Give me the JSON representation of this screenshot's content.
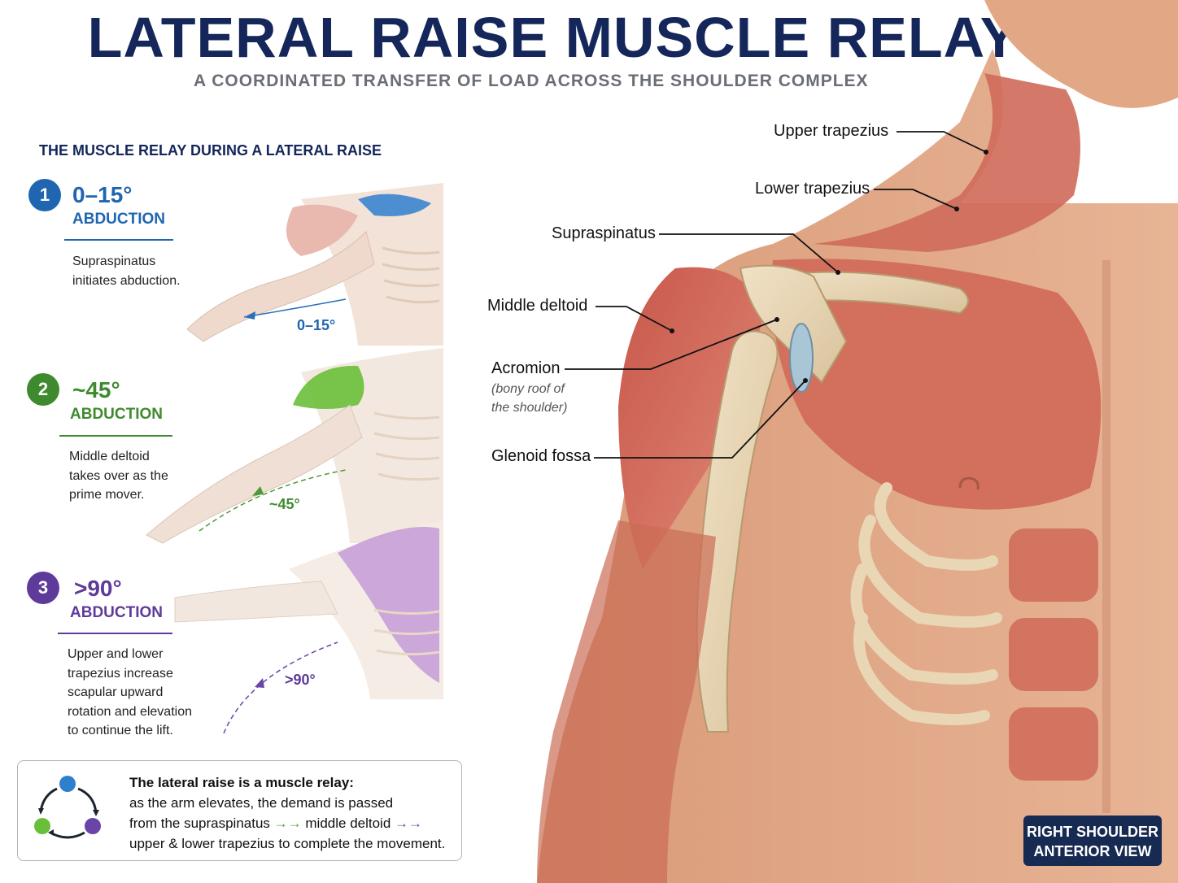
{
  "header": {
    "title": "LATERAL RAISE MUSCLE RELAY",
    "subtitle": "A COORDINATED TRANSFER OF LOAD ACROSS THE SHOULDER COMPLEX"
  },
  "relay": {
    "heading": "THE MUSCLE RELAY DURING A LATERAL RAISE",
    "steps": [
      {
        "number": "1",
        "angle": "0–15°",
        "label": "ABDUCTION",
        "color": "#1f65b0",
        "description_lines": [
          "Supraspinatus",
          "initiates abduction."
        ],
        "arc_label": "0–15°",
        "highlight_icon": "supraspinatus-highlight"
      },
      {
        "number": "2",
        "angle": "~45°",
        "label": "ABDUCTION",
        "color": "#3f8a2f",
        "description_lines": [
          "Middle deltoid",
          "takes over as the",
          "prime mover."
        ],
        "arc_label": "~45°",
        "highlight_icon": "deltoid-highlight"
      },
      {
        "number": "3",
        "angle": ">90°",
        "label": "ABDUCTION",
        "color": "#5e3b9a",
        "description_lines": [
          "Upper and lower",
          "trapezius increase",
          "scapular upward",
          "rotation and elevation",
          "to continue the lift."
        ],
        "arc_label": ">90°",
        "highlight_icon": "trapezius-highlight"
      }
    ]
  },
  "anatomy": {
    "labels": {
      "upper_trapezius": "Upper trapezius",
      "lower_trapezius": "Lower trapezius",
      "supraspinatus": "Supraspinatus",
      "middle_deltoid": "Middle deltoid",
      "acromion": "Acromion",
      "acromion_note": [
        "(bony roof of",
        "the shoulder)"
      ],
      "glenoid_fossa": "Glenoid fossa"
    },
    "view_badge": [
      "RIGHT SHOULDER",
      "ANTERIOR VIEW"
    ]
  },
  "summary": {
    "bold_line": "The lateral raise is a muscle relay:",
    "line2": "as the arm elevates, the demand is passed",
    "line3_a": "from the supraspinatus",
    "line3_b": "middle deltoid",
    "line4": "upper & lower trapezius to complete the movement.",
    "cycle_icon": "relay-cycle-icon"
  }
}
